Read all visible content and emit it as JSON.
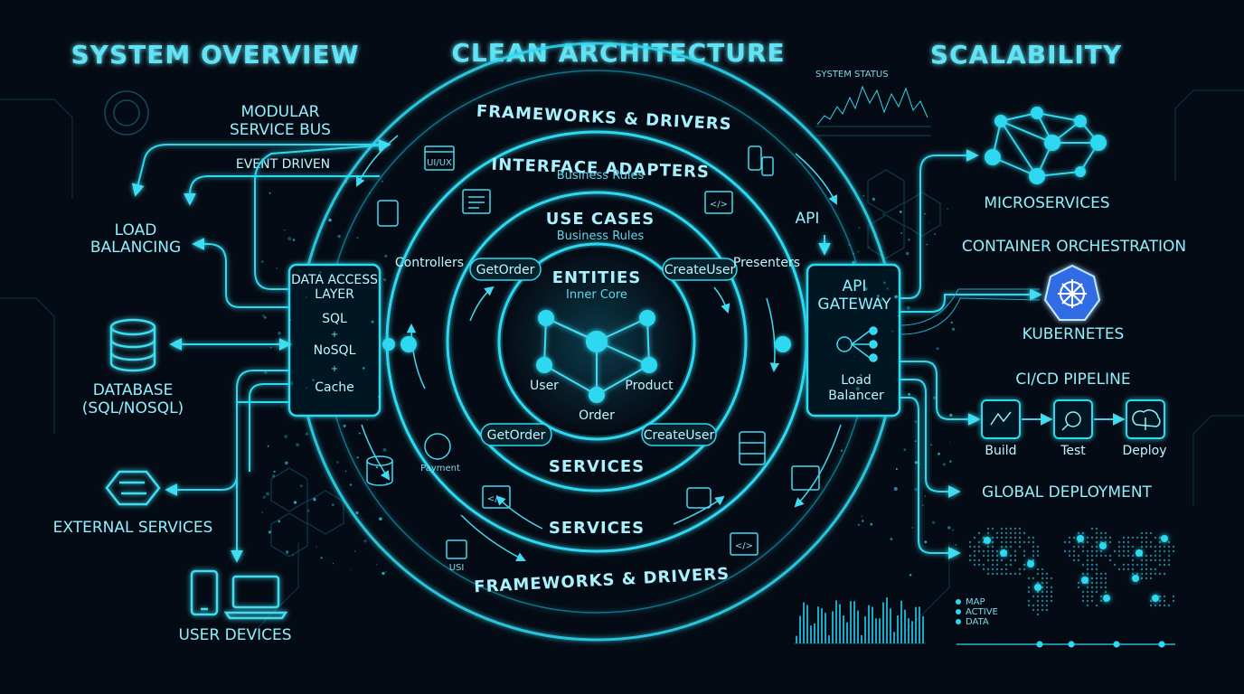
{
  "headings": {
    "left": "SYSTEM OVERVIEW",
    "center": "CLEAN ARCHITECTURE",
    "right": "SCALABILITY"
  },
  "rings": {
    "outer_top": "FRAMEWORKS & DRIVERS",
    "outer_bottom": "FRAMEWORKS & DRIVERS",
    "interface_adapters": "INTERFACE ADAPTERS",
    "interface_adapters_sub": "Business Rules",
    "use_cases": "USE CASES",
    "use_cases_sub": "Business Rules",
    "entities": "ENTITIES",
    "entities_sub": "Inner Core",
    "services_inner": "SERVICES",
    "services_outer": "SERVICES"
  },
  "core_nodes": {
    "user": "User",
    "product": "Product",
    "order": "Order"
  },
  "pills": {
    "top_left": "GetOrder",
    "top_right": "CreateUser",
    "bottom_left": "GetOrder",
    "bottom_right": "CreateUser"
  },
  "ring_labels": {
    "controllers": "Controllers",
    "presenters": "Presenters",
    "api": "API",
    "ui_ux": "UI/UX",
    "payment": "Payment",
    "usi": "USI"
  },
  "left_panel": {
    "modular_line1": "MODULAR",
    "modular_line2": "SERVICE BUS",
    "event_driven": "EVENT DRIVEN",
    "load_line1": "LOAD",
    "load_line2": "BALANCING",
    "database_line1": "DATABASE",
    "database_line2": "(SQL/NOSQL)",
    "external_services": "EXTERNAL SERVICES",
    "user_devices": "USER DEVICES"
  },
  "data_access": {
    "line1": "DATA ACCESS",
    "line2": "LAYER",
    "sql": "SQL",
    "plus1": "+",
    "nosql": "NoSQL",
    "plus2": "+",
    "cache": "Cache"
  },
  "api_gateway": {
    "line1": "API",
    "line2": "GATEWAY",
    "lb_line1": "Load",
    "lb_line2": "Balancer"
  },
  "right_panel": {
    "microservices": "MICROSERVICES",
    "container_orchestration": "CONTAINER ORCHESTRATION",
    "kubernetes": "KUBERNETES",
    "cicd": "CI/CD PIPELINE",
    "build": "Build",
    "test": "Test",
    "deploy": "Deploy",
    "global_deployment": "GLOBAL DEPLOYMENT",
    "map_legend": [
      "MAP",
      "ACTIVE",
      "DATA"
    ]
  },
  "colors": {
    "background": "#050b14",
    "accent": "#2fd8f0",
    "accent_soft": "#62e2f2",
    "kubernetes_blue": "#326ce5"
  },
  "icons": [
    "database-icon",
    "integration-icon",
    "phone-icon",
    "laptop-icon",
    "network-icon",
    "kubernetes-icon",
    "build-icon",
    "test-icon",
    "deploy-icon",
    "world-map-icon",
    "code-icon",
    "document-icon",
    "server-icon"
  ]
}
